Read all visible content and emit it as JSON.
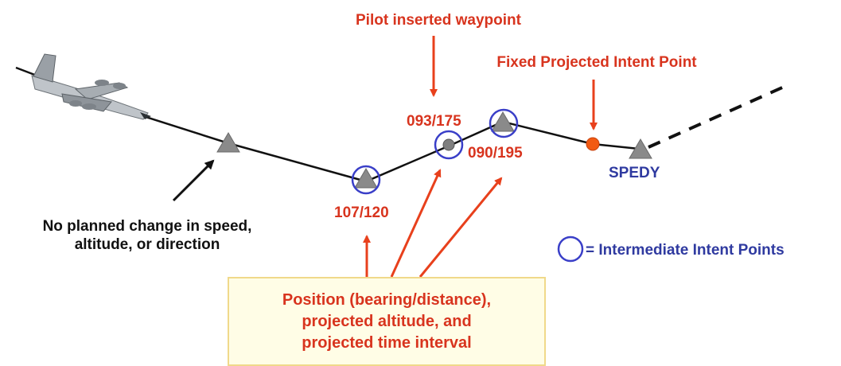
{
  "labels": {
    "pilot_waypoint": "Pilot inserted waypoint",
    "fixed_intent": "Fixed Projected Intent Point",
    "wp_093": "093/175",
    "wp_090": "090/195",
    "wp_107": "107/120",
    "spedy": "SPEDY",
    "legend": "= Intermediate Intent Points",
    "no_change_line1": "No planned change in speed,",
    "no_change_line2": "altitude, or direction"
  },
  "callout": {
    "line1": "Position (bearing/distance),",
    "line2": "projected altitude, and",
    "line3": "projected time interval"
  },
  "colors": {
    "red": "#d8341e",
    "blue": "#2f3aa0",
    "waypoint": "#8a8a8a",
    "fixed_point": "#f25a12",
    "path": "#111111"
  },
  "icons": {
    "aircraft": "jet-aircraft-icon",
    "waypoint": "triangle-waypoint-icon",
    "intent_marker": "circle-outline-icon"
  }
}
